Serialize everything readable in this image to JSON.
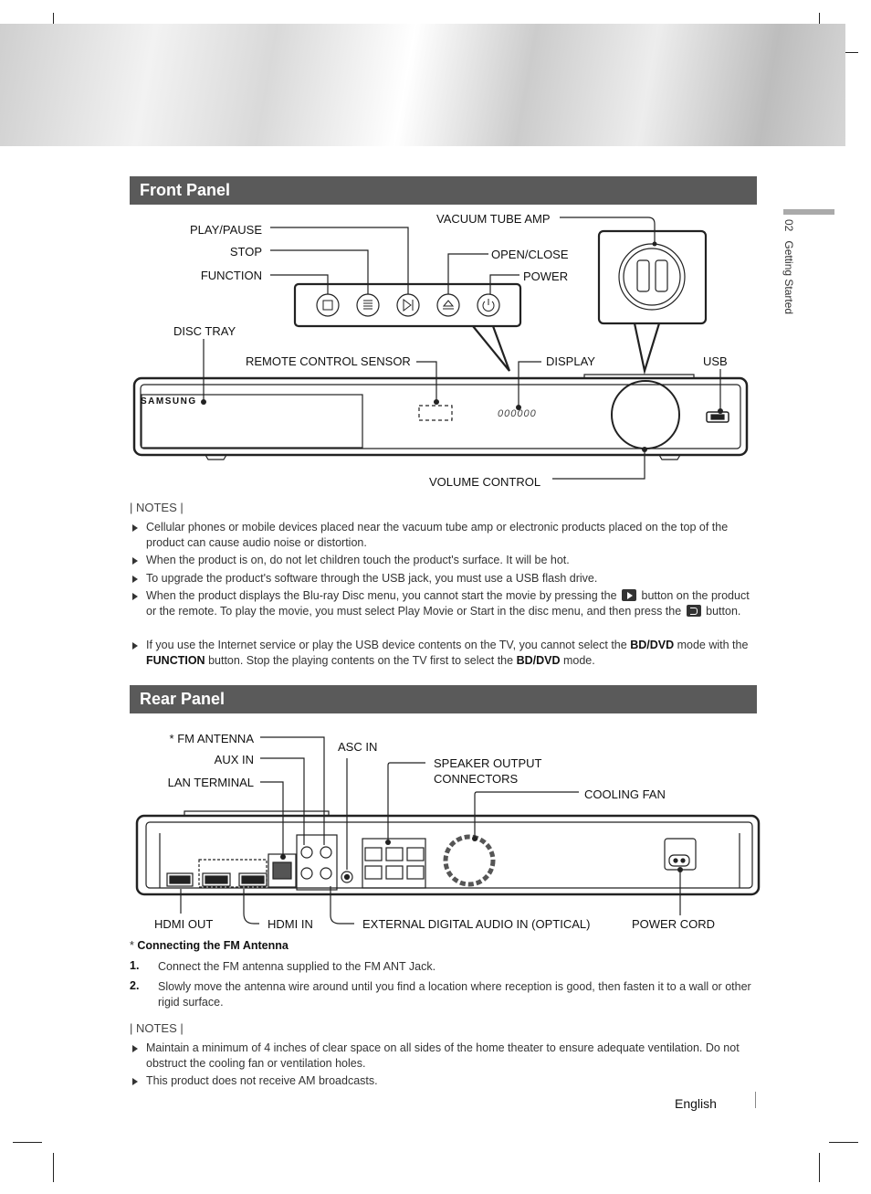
{
  "side_tab": {
    "number": "02",
    "label": "Getting Started"
  },
  "front_panel": {
    "title": "Front Panel",
    "brand": "SAMSUNG",
    "display_digits": "000000",
    "labels": {
      "play_pause": "PLAY/PAUSE",
      "stop": "STOP",
      "function": "FUNCTION",
      "vacuum_tube_amp": "VACUUM TUBE AMP",
      "open_close": "OPEN/CLOSE",
      "power": "POWER",
      "disc_tray": "DISC TRAY",
      "remote_sensor": "REMOTE CONTROL SENSOR",
      "display": "DISPLAY",
      "usb": "USB",
      "volume_control": "VOLUME CONTROL"
    }
  },
  "notes_1": {
    "heading": "| NOTES |",
    "items": [
      {
        "text": "Cellular phones or mobile devices placed near the vacuum tube amp or electronic products placed on the top of the product can cause audio noise or distortion."
      },
      {
        "text": "When the product is on, do not let children touch the product's surface. It will be hot."
      },
      {
        "text": "To upgrade the product's software through the USB jack, you must use a USB flash drive."
      },
      {
        "a": "When the product displays the Blu-ray Disc menu, you cannot start the movie by pressing the",
        "b": "button on the product or the remote. To play the movie, you must select Play Movie or Start in the disc menu, and then press the",
        "c": "button."
      },
      {
        "a": "If you use the Internet service or play the USB device contents on the TV, you cannot select the",
        "b1": "BD/DVD",
        "c": "mode with the",
        "b2": "FUNCTION",
        "d": "button. Stop the playing contents on the TV first to select the",
        "b3": "BD/DVD",
        "e": "mode."
      }
    ]
  },
  "rear_panel": {
    "title": "Rear Panel",
    "labels": {
      "fm_antenna": "* FM ANTENNA",
      "aux_in": "AUX IN",
      "lan_terminal": "LAN TERMINAL",
      "asc_in": "ASC IN",
      "speaker_output_1": "SPEAKER OUTPUT",
      "speaker_output_2": "CONNECTORS",
      "cooling_fan": "COOLING FAN",
      "hdmi_out": "HDMI OUT",
      "hdmi_in": "HDMI IN",
      "optical": "EXTERNAL DIGITAL AUDIO IN (OPTICAL)",
      "power_cord": "POWER CORD"
    }
  },
  "fm": {
    "title_star": "*",
    "title": "Connecting the FM Antenna",
    "steps": [
      {
        "num": "1.",
        "text": "Connect the FM antenna supplied to the FM ANT Jack."
      },
      {
        "num": "2.",
        "text": "Slowly move the antenna wire around until you find a location where reception is good, then fasten it to a wall or other rigid surface."
      }
    ]
  },
  "notes_2": {
    "heading": "| NOTES |",
    "items": [
      "Maintain a minimum of 4 inches of clear space on all sides of the home theater to ensure adequate ventilation. Do not obstruct the cooling fan or ventilation holes.",
      "This product does not receive AM broadcasts."
    ]
  },
  "footer": {
    "language": "English"
  }
}
